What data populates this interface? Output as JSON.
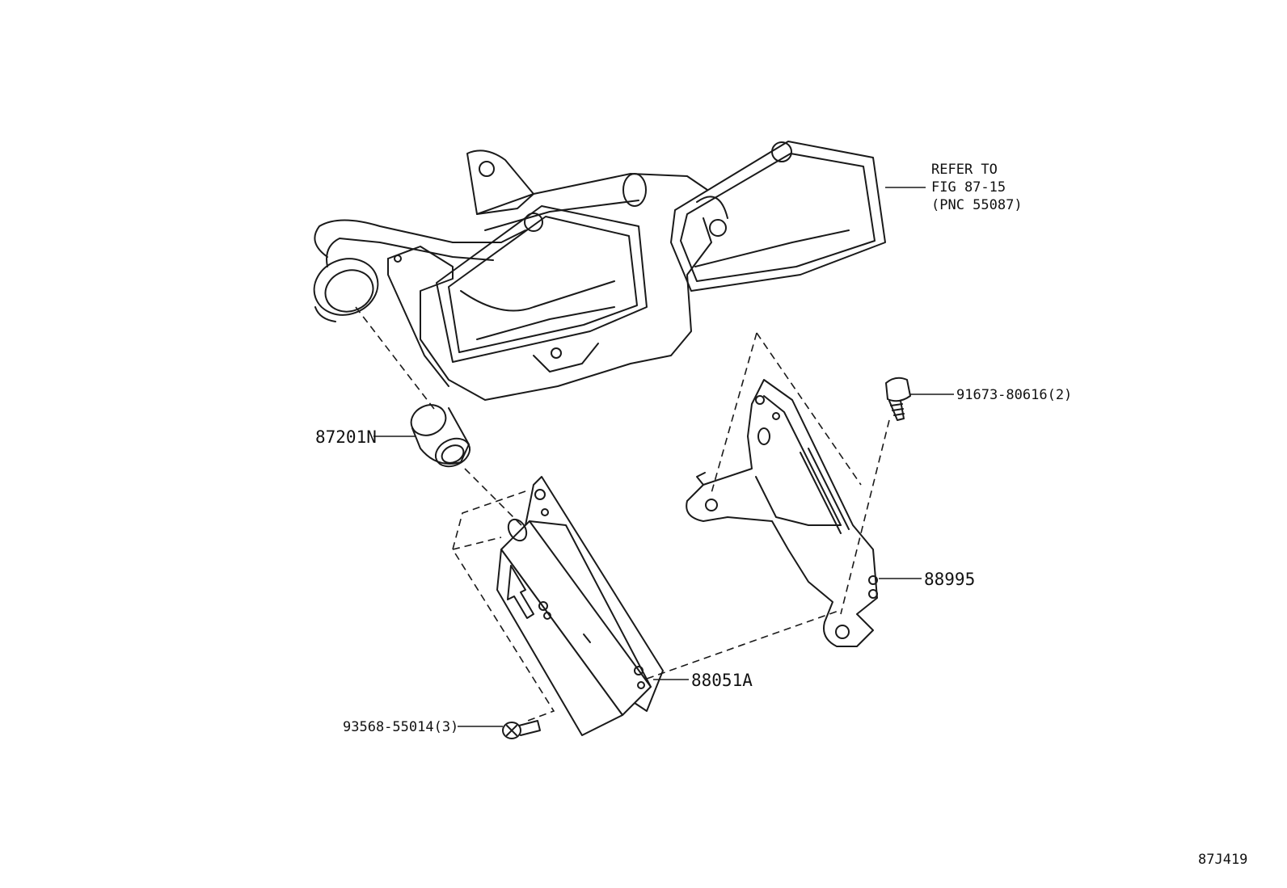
{
  "diagram": {
    "reference_note": [
      "REFER TO",
      "FIG 87-15",
      "(PNC 55087)"
    ],
    "callouts": {
      "grommet": "87201N",
      "bracket": "88995",
      "module": "88051A",
      "bolt": "91673-80616(2)",
      "screw": "93568-55014(3)"
    },
    "figure_code": "87J419"
  }
}
